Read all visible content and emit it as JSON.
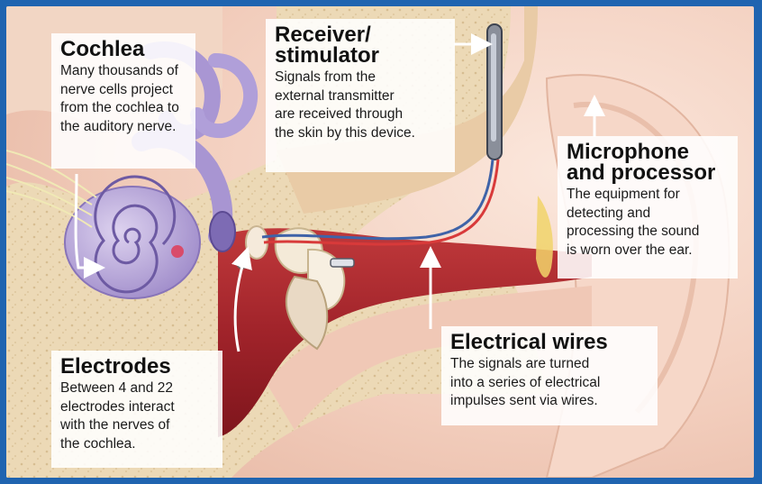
{
  "colors": {
    "frame": "#1f64b0",
    "label_background": "#ffffff",
    "arrow": "#ffffff",
    "skin": "#f3d2c2",
    "bone": "#ead6b0",
    "canal": "#9b1f25",
    "cochlea": "#b7a6d8",
    "wire_red": "#d83a3a",
    "wire_blue": "#3f63a8"
  },
  "labels": {
    "cochlea": {
      "title": "Cochlea",
      "body": "Many thousands of\nnerve cells project\nfrom the cochlea to\nthe auditory nerve."
    },
    "receiver": {
      "title": "Receiver/\nstimulator",
      "body": "Signals from the\nexternal transmitter\nare received through\nthe skin by this device."
    },
    "microphone": {
      "title": "Microphone\nand processor",
      "body": "The equipment for\ndetecting and\nprocessing the sound\nis worn over the ear."
    },
    "electrical_wires": {
      "title": "Electrical wires",
      "body": "The signals are turned\ninto a series of electrical\nimpulses sent via wires."
    },
    "electrodes": {
      "title": "Electrodes",
      "body": "Between 4 and 22\nelectrodes interact\nwith the nerves of\nthe cochlea."
    }
  }
}
